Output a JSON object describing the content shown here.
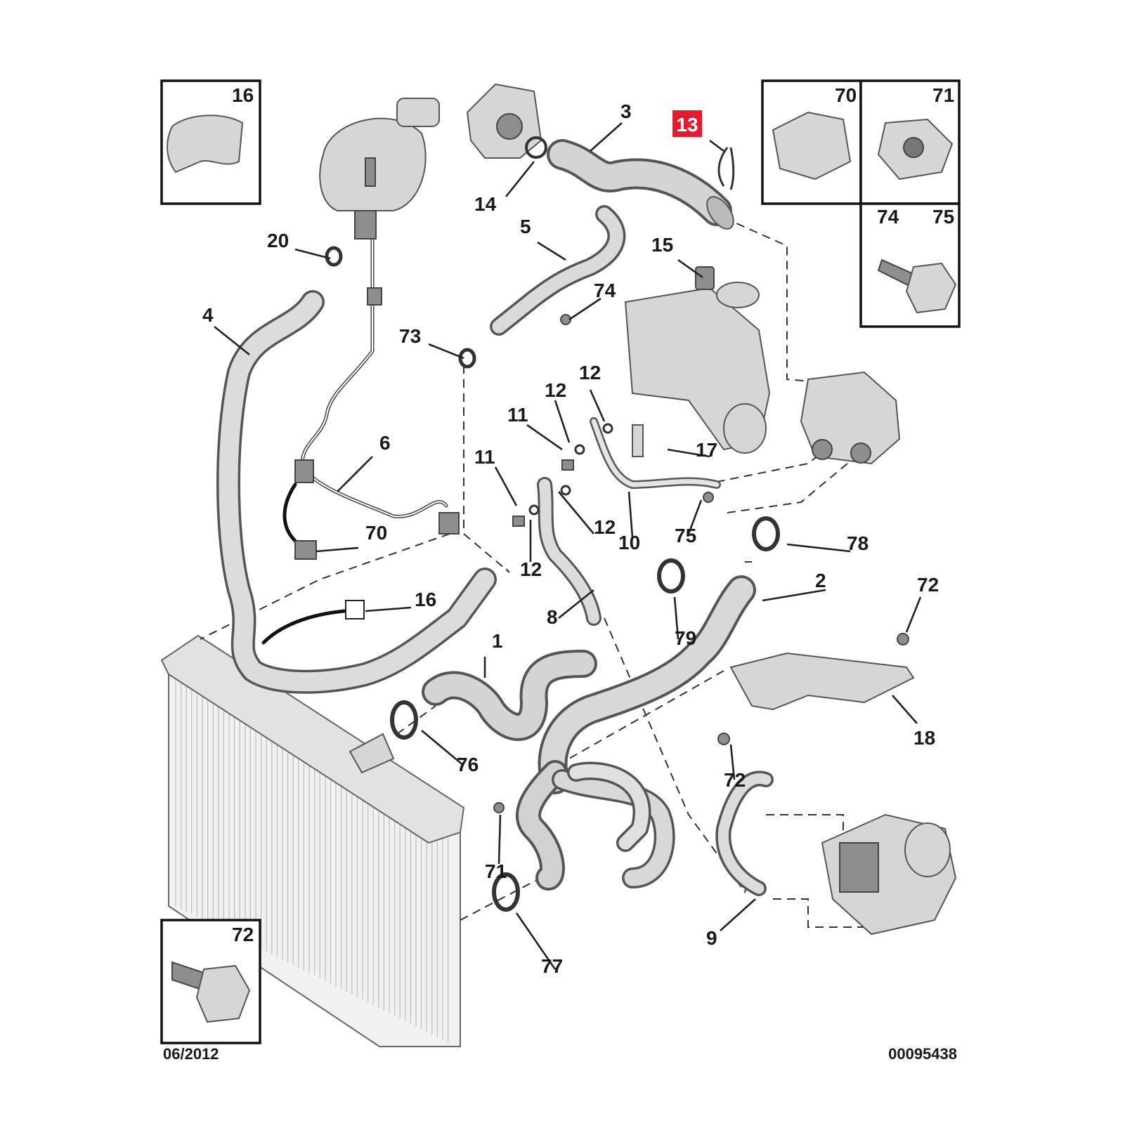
{
  "diagram": {
    "labels": {
      "l1": "1",
      "l2": "2",
      "l3": "3",
      "l4": "4",
      "l5": "5",
      "l6": "6",
      "l8": "8",
      "l9": "9",
      "l10": "10",
      "l11a": "11",
      "l11b": "11",
      "l12a": "12",
      "l12b": "12",
      "l12c": "12",
      "l12d": "12",
      "l13": "13",
      "l14": "14",
      "l15": "15",
      "l16": "16",
      "l16box": "16",
      "l17": "17",
      "l18": "18",
      "l20": "20",
      "l70": "70",
      "l70box": "70",
      "l71": "71",
      "l71box": "71",
      "l72a": "72",
      "l72b": "72",
      "l72box": "72",
      "l73": "73",
      "l74": "74",
      "l74box": "74",
      "l75": "75",
      "l75box": "75",
      "l76": "76",
      "l77": "77",
      "l78": "78",
      "l79": "79"
    },
    "highlight_color": "#e8192c",
    "date_code": "06/2012",
    "reference_number": "00095438"
  }
}
